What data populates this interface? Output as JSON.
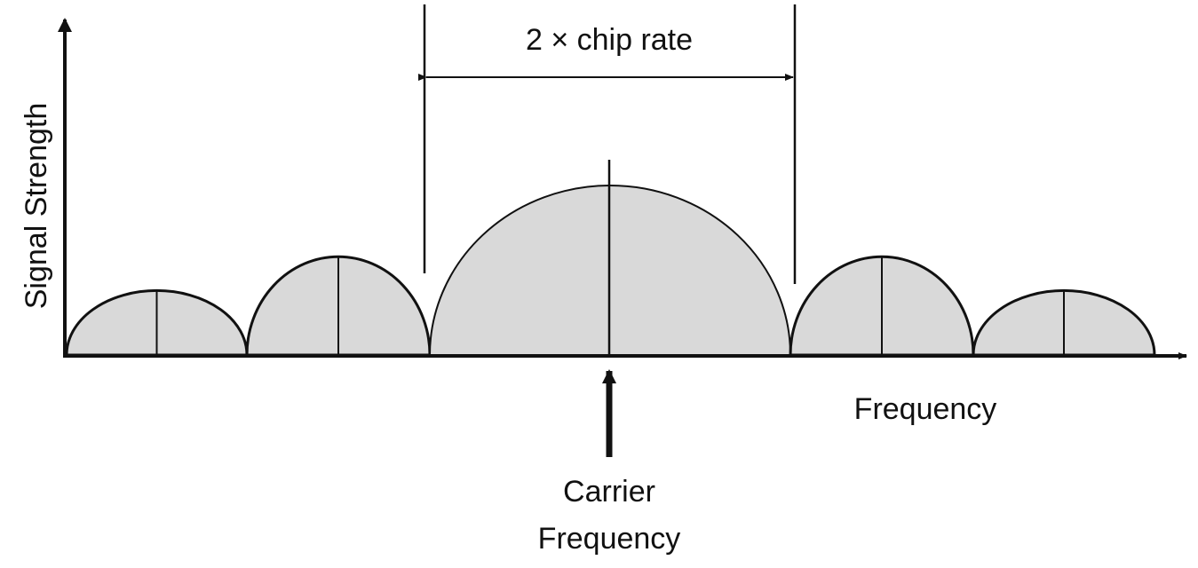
{
  "diagram": {
    "y_axis_label": "Signal Strength",
    "x_axis_label": "Frequency",
    "bandwidth_label": "2 × chip rate",
    "carrier_label_line1": "Carrier",
    "carrier_label_line2": "Frequency",
    "lobe_relative_strengths": [
      0.38,
      0.58,
      1.0,
      0.58,
      0.38
    ],
    "colors": {
      "lobe_fill": "#d9d9d9",
      "stroke": "#111111",
      "background": "#ffffff"
    }
  }
}
